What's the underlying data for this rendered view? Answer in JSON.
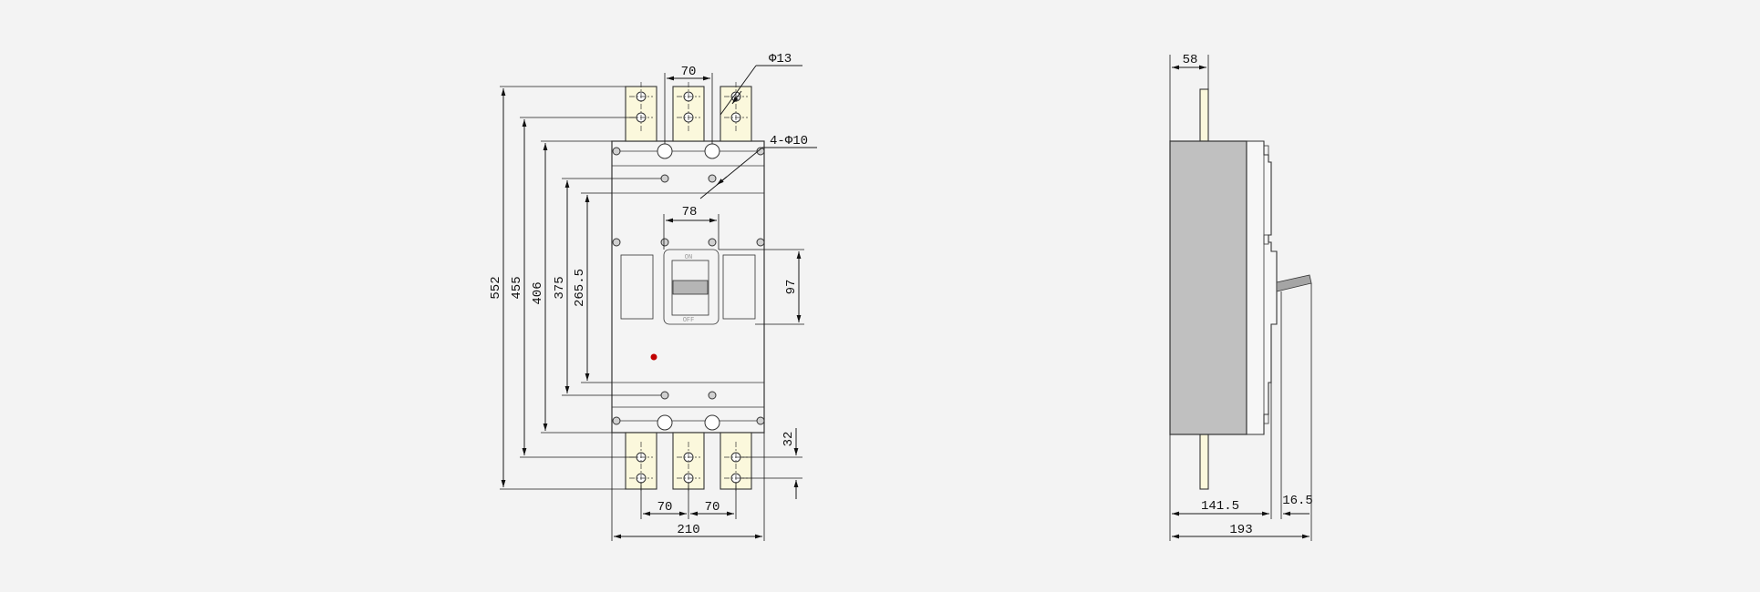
{
  "front_view": {
    "dim_total_height": "552",
    "dim_terminal_hole_span": "455",
    "dim_body_height": "406",
    "dim_mount_hole_span": "375",
    "dim_inner_span": "265.5",
    "dim_top_pitch": "70",
    "dim_hole_diameter": "Φ13",
    "dim_mount_holes": "4-Φ10",
    "dim_handle_window_width": "78",
    "dim_handle_window_height": "97",
    "dim_terminal_hole_pitch": "32",
    "dim_bottom_pitch_left": "70",
    "dim_bottom_pitch_right": "70",
    "dim_total_width": "210",
    "handle_on_label": "ON",
    "handle_off_label": "OFF",
    "indicator_color": "#c00000"
  },
  "side_view": {
    "dim_terminal_offset": "58",
    "dim_body_depth": "141.5",
    "dim_handle_depth": "16.5",
    "dim_total_depth": "193",
    "body_side_color": "#c0c0c0"
  }
}
